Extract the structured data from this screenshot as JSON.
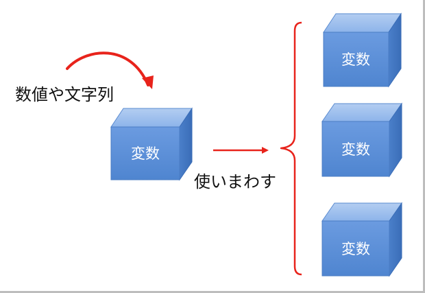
{
  "labels": {
    "input": "数値や文字列",
    "reuse": "使いまわす"
  },
  "cubes": [
    {
      "label": "変数"
    },
    {
      "label": "変数"
    },
    {
      "label": "変数"
    },
    {
      "label": "変数"
    }
  ],
  "colors": {
    "cube_front": "#5b8fd6",
    "cube_top": "#8fb6e8",
    "cube_side": "#3f75c0",
    "cube_edge": "#4a7cc4",
    "arrow": "#e8231b",
    "brace": "#e8231b"
  }
}
